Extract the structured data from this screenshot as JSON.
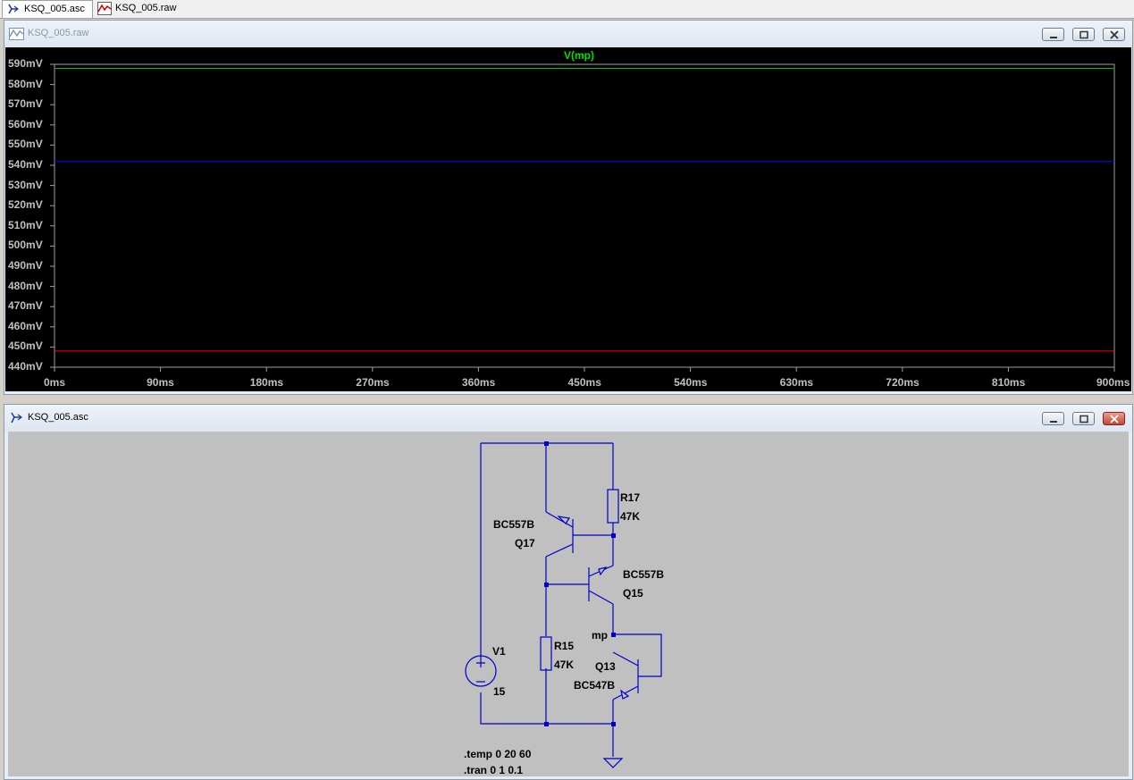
{
  "tabs": [
    {
      "label": "KSQ_005.asc",
      "icon": "schematic-icon"
    },
    {
      "label": "KSQ_005.raw",
      "icon": "waveform-icon"
    }
  ],
  "plot_window": {
    "title": "KSQ_005.raw",
    "icon": "waveform-icon",
    "buttons": [
      "minimize-icon",
      "restore-icon",
      "close-icon"
    ]
  },
  "schematic_window": {
    "title": "KSQ_005.asc",
    "icon": "schematic-icon",
    "buttons": [
      "minimize-icon",
      "restore-icon",
      "close-icon"
    ]
  },
  "chart_data": {
    "type": "line",
    "title": "V(mp)",
    "x": {
      "label": "",
      "ticks": [
        "0ms",
        "90ms",
        "180ms",
        "270ms",
        "360ms",
        "450ms",
        "540ms",
        "630ms",
        "720ms",
        "810ms",
        "900ms"
      ],
      "range": [
        0,
        900
      ],
      "unit": "ms"
    },
    "y": {
      "label": "",
      "ticks": [
        "590mV",
        "580mV",
        "570mV",
        "560mV",
        "550mV",
        "540mV",
        "530mV",
        "520mV",
        "510mV",
        "500mV",
        "490mV",
        "480mV",
        "470mV",
        "460mV",
        "450mV",
        "440mV"
      ],
      "range": [
        440,
        590
      ],
      "unit": "mV"
    },
    "series": [
      {
        "color": "#00c000",
        "points": [
          [
            0,
            588
          ],
          [
            900,
            588
          ]
        ]
      },
      {
        "color": "#0000ff",
        "points": [
          [
            0,
            542
          ],
          [
            900,
            542
          ]
        ]
      },
      {
        "color": "#ff0000",
        "points": [
          [
            0,
            448
          ],
          [
            900,
            448
          ]
        ]
      }
    ],
    "grid": false,
    "background": "#000000"
  },
  "schematic": {
    "wire_color": "#0000c8",
    "labels": {
      "q17_model": "BC557B",
      "q17_name": "Q17",
      "r17_name": "R17",
      "r17_value": "47K",
      "q15_model": "BC557B",
      "q15_name": "Q15",
      "net_mp": "mp",
      "r15_name": "R15",
      "r15_value": "47K",
      "q13_name": "Q13",
      "q13_model": "BC547B",
      "v1_name": "V1",
      "v1_value": "15",
      "directive_temp": ".temp 0 20 60",
      "directive_tran": ".tran 0 1 0.1"
    }
  }
}
